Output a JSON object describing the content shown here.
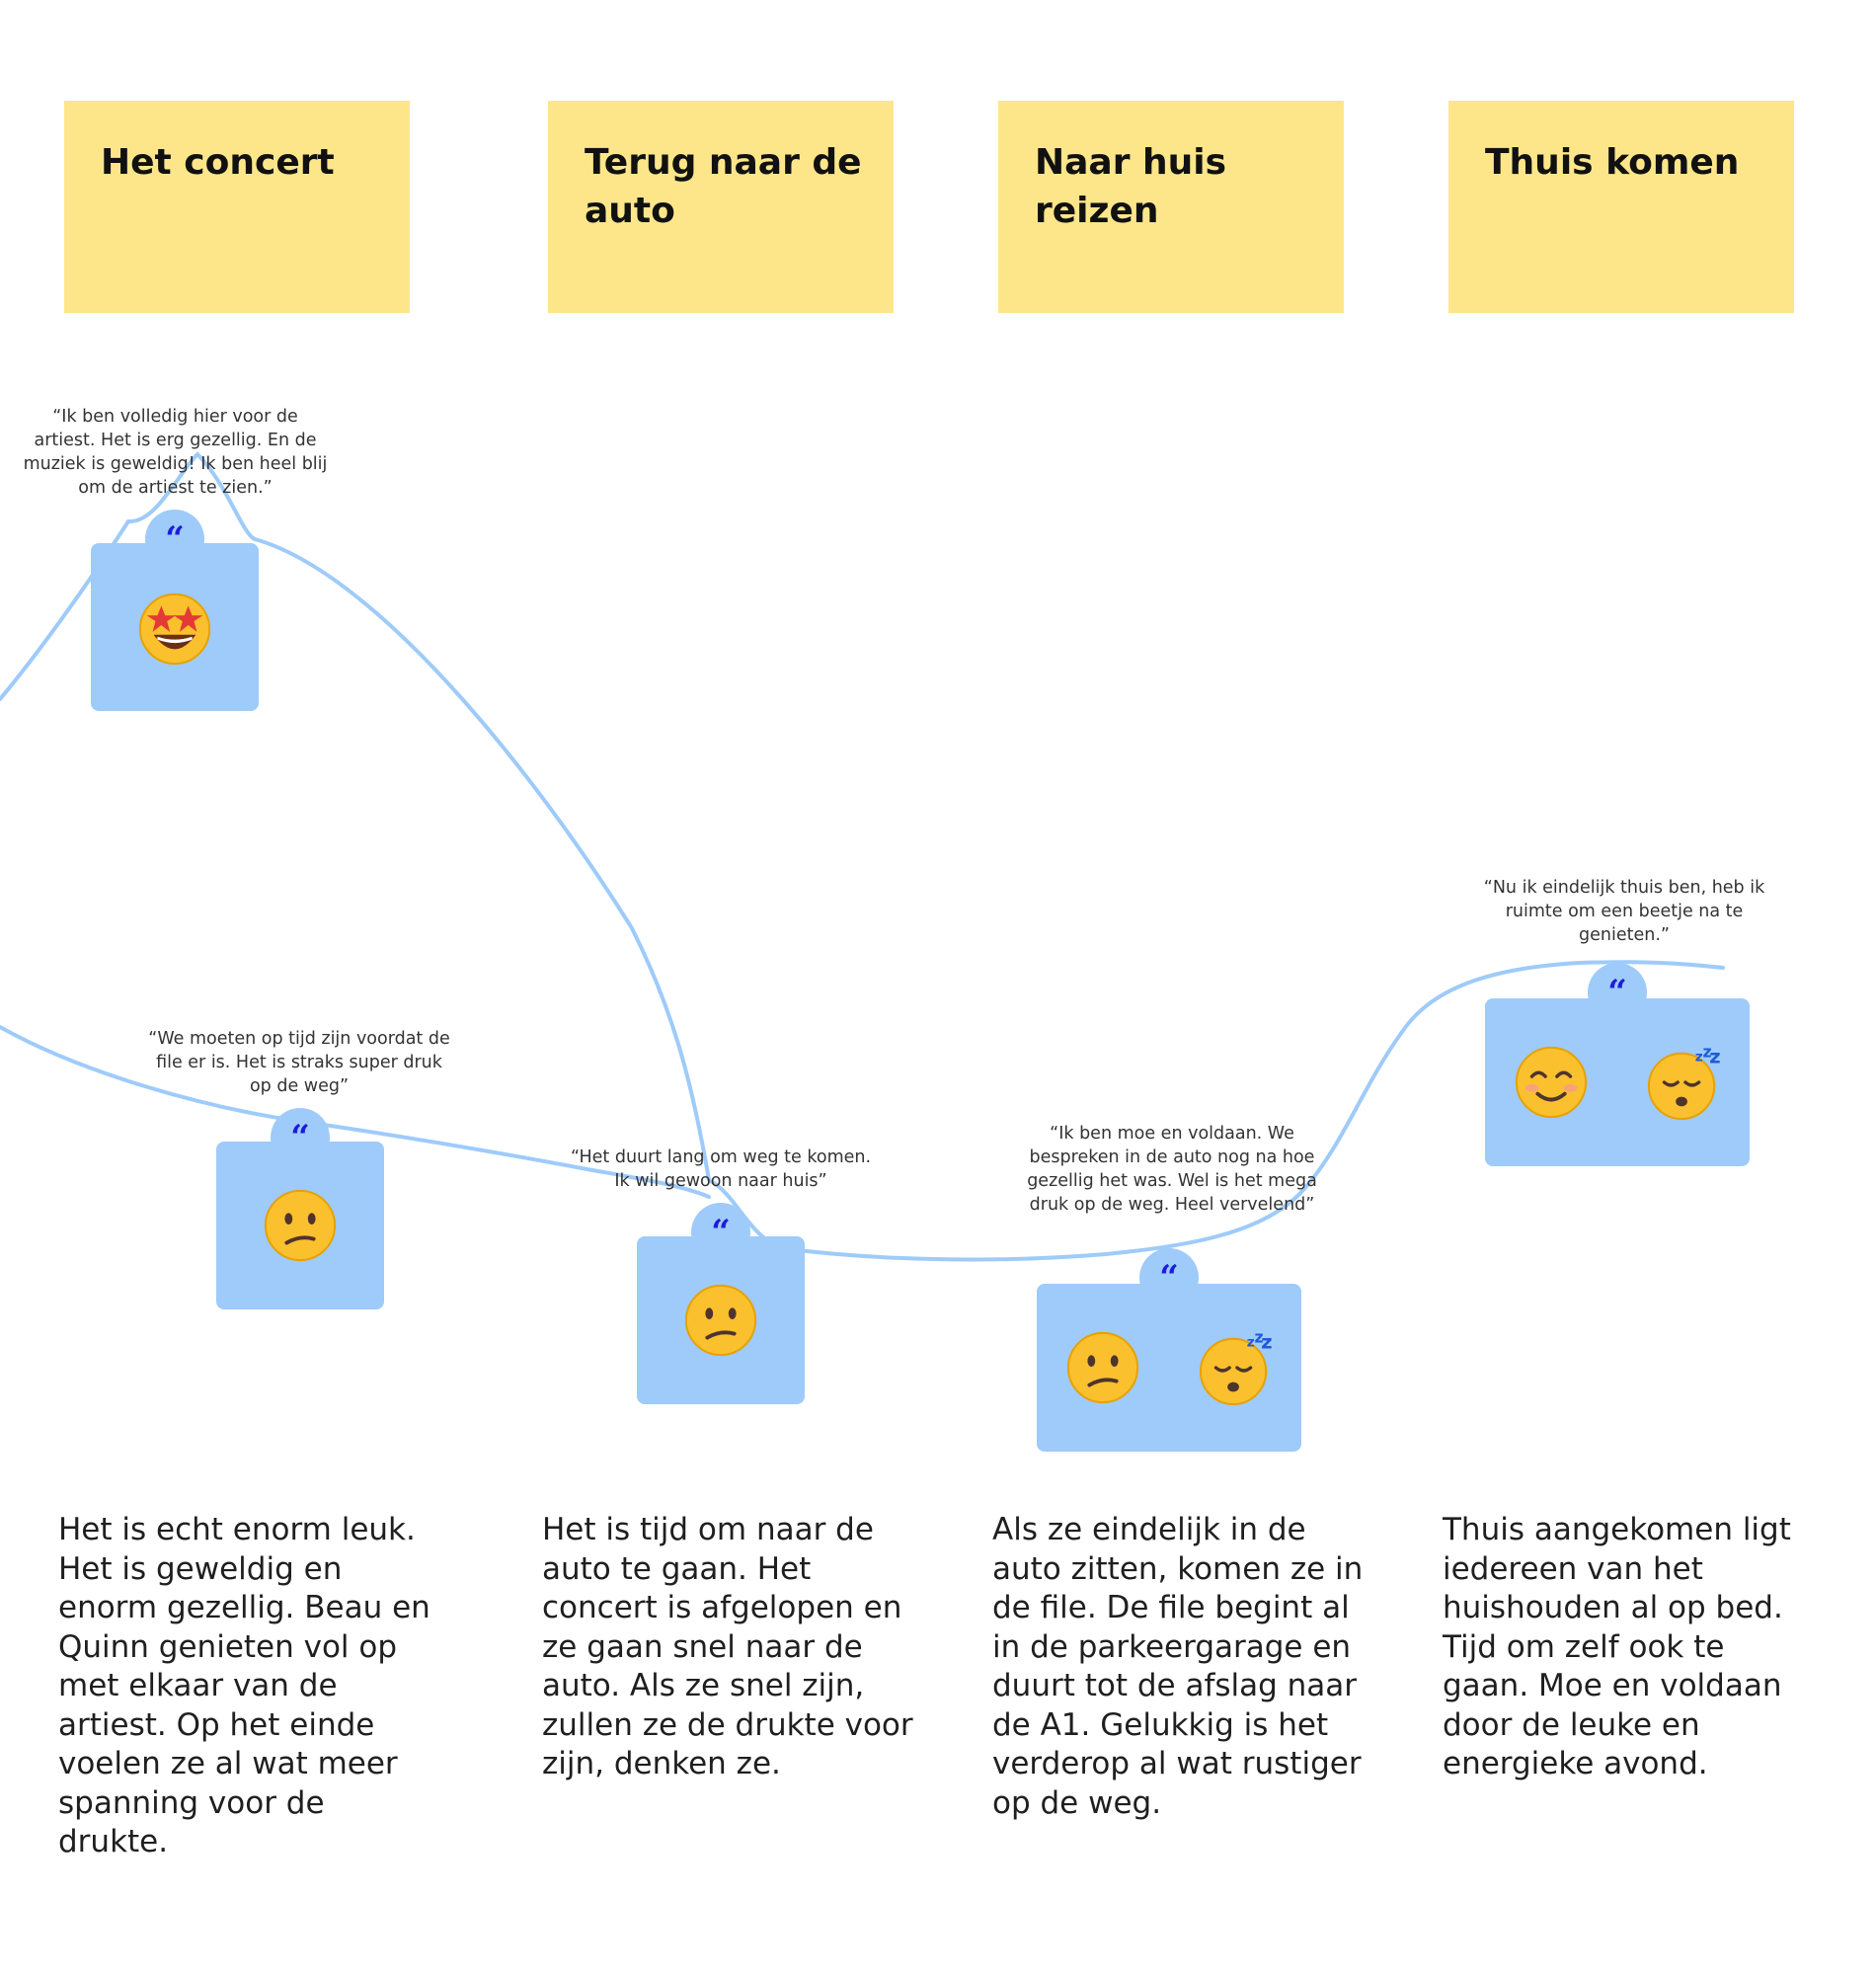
{
  "colors": {
    "sticky": "#FDE68A",
    "card": "#9ECBFA",
    "line": "#9ECBFA",
    "quote_mark": "#1D1DD8"
  },
  "stages": [
    {
      "title": "Het concert",
      "description": "Het is echt enorm leuk. Het is geweldig en enorm gezellig. Beau en Quinn genieten vol op met elkaar van de artiest. Op het einde voelen ze al wat meer spanning voor de drukte."
    },
    {
      "title": "Terug naar de auto",
      "description": "Het is tijd om naar de auto te gaan. Het concert is afgelopen en ze gaan snel naar de auto. Als ze snel zijn, zullen ze de drukte voor zijn, denken ze."
    },
    {
      "title": "Naar huis reizen",
      "description": "Als ze eindelijk in de auto zitten, komen ze in de file. De file begint al in de parkeergarage en duurt tot de afslag naar de A1. Gelukkig is het verderop al wat rustiger op de weg."
    },
    {
      "title": "Thuis komen",
      "description": "Thuis aangekomen ligt iedereen van het huishouden al op bed. Tijd om zelf ook te gaan. Moe en voldaan door de leuke en energieke avond."
    }
  ],
  "quote_mark": "“",
  "moments": [
    {
      "quote": "“Ik ben volledig hier voor de artiest. Het is erg gezellig. En de muziek is geweldig! Ik ben heel blij om de artiest te zien.”",
      "emotions": [
        "star-struck"
      ]
    },
    {
      "quote": "“We moeten op tijd zijn voordat de file er is. Het is straks super druk op de weg”",
      "emotions": [
        "confused"
      ]
    },
    {
      "quote": "“Het duurt lang om weg te komen. Ik wil gewoon naar huis”",
      "emotions": [
        "confused"
      ]
    },
    {
      "quote": "“Ik ben moe en voldaan. We bespreken in de auto nog na hoe gezellig het was. Wel is het mega druk op de weg. Heel vervelend”",
      "emotions": [
        "confused",
        "sleeping"
      ]
    },
    {
      "quote": "“Nu ik eindelijk thuis ben, heb ik ruimte om een beetje na te genieten.”",
      "emotions": [
        "smiling",
        "sleeping"
      ]
    }
  ]
}
